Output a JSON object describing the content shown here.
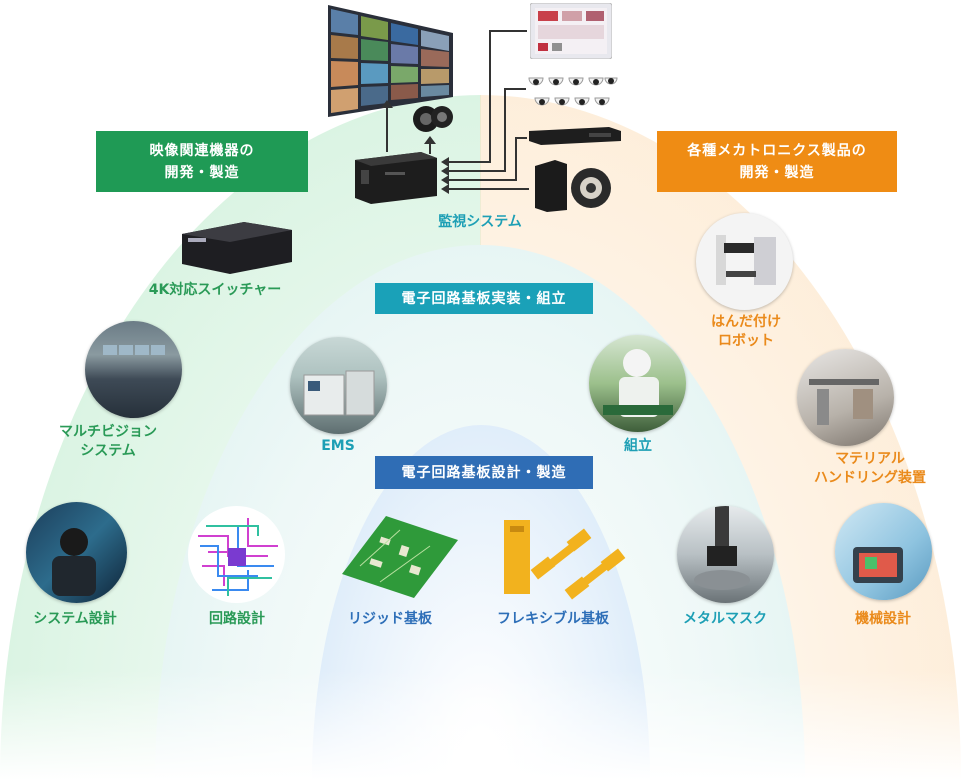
{
  "top": {
    "system_label": "監視システム",
    "video_box": "映像関連機器の\n開発・製造",
    "mecha_box": "各種メカトロニクス製品の\n開発・製造",
    "video_box_color": "#1f9a55",
    "mecha_box_color": "#ef8c14"
  },
  "green_items": {
    "switcher": "4K対応スイッチャー",
    "multivision": "マルチビジョン\nシステム",
    "system_design": "システム設計"
  },
  "orange_items": {
    "solder_robot": "はんだ付け\nロボット",
    "material_handling": "マテリアル\nハンドリング装置",
    "mech_design": "機械設計"
  },
  "middle": {
    "title": "電子回路基板実装・組立",
    "title_color": "#1aa1b8",
    "ems": "EMS",
    "assembly": "組立",
    "circuit_design": "回路設計",
    "metal_mask": "メタルマスク"
  },
  "inner": {
    "title": "電子回路基板設計・製造",
    "title_color": "#2f6db5",
    "rigid": "リジッド基板",
    "flex": "フレキシブル基板"
  }
}
